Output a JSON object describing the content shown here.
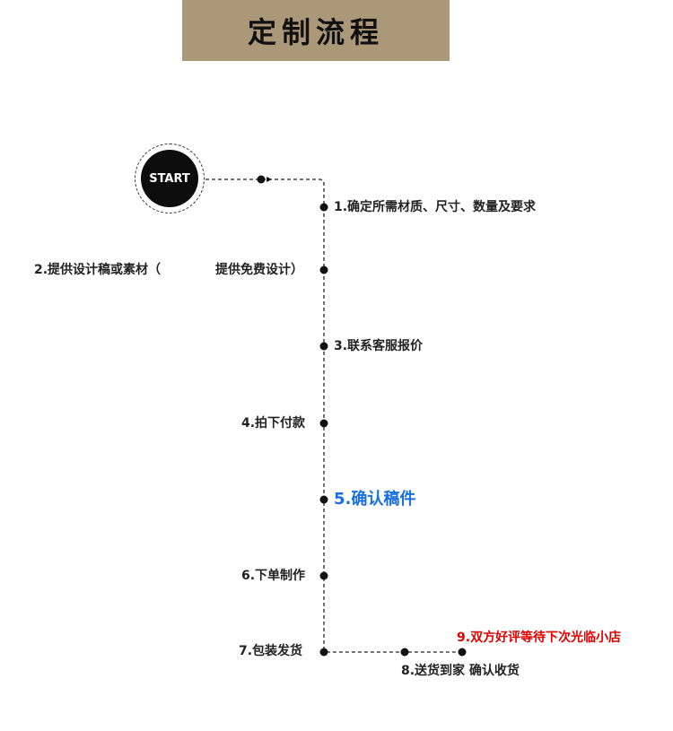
{
  "header": {
    "title": "定制流程",
    "background": "#aa9878"
  },
  "start_label": "START",
  "steps": [
    {
      "label": "1.确定所需材质、尺寸、数量及要求"
    },
    {
      "label_left": "2.提供设计稿或素材（",
      "label_right": "提供免费设计）"
    },
    {
      "label": "3.联系客服报价"
    },
    {
      "label": "4.拍下付款"
    },
    {
      "label": "5.确认稿件",
      "color": "#1a6fe0"
    },
    {
      "label": "6.下单制作"
    },
    {
      "label": "7.包装发货"
    },
    {
      "label": "8.送货到家 确认收货"
    },
    {
      "number": "9.",
      "label": "双方好评等待下次光临小店",
      "color": "#e00000"
    }
  ]
}
